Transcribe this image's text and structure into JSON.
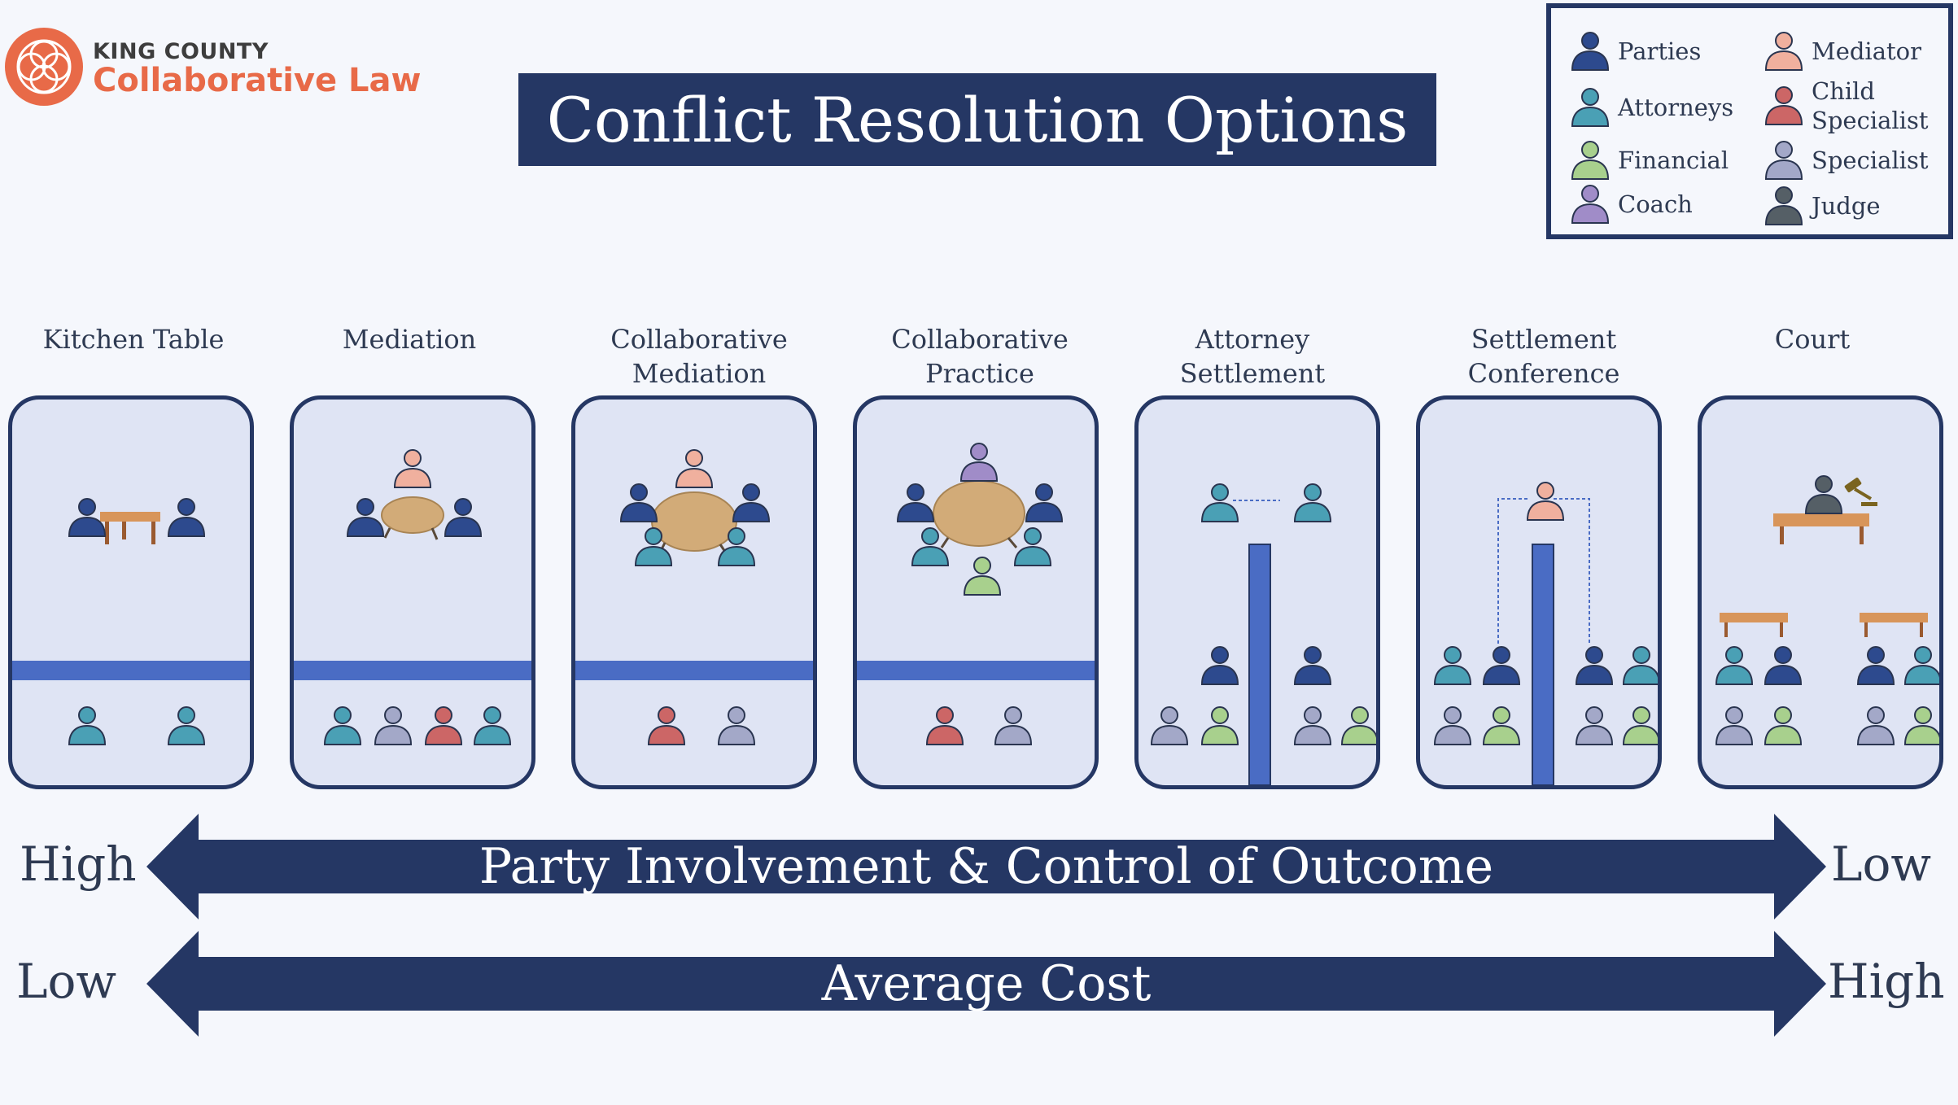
{
  "logo": {
    "top": "KING COUNTY",
    "bottom": "Collaborative Law",
    "color": "#e86a48"
  },
  "title": "Conflict Resolution Options",
  "colors": {
    "navy": "#253764",
    "parties": "#2d4a8e",
    "attorneys": "#4aa0b5",
    "financial": "#a8d08d",
    "coach": "#a08cc8",
    "mediator": "#f0b09e",
    "child_specialist": "#cc6666",
    "specialist": "#a3a8c8",
    "judge": "#555f66",
    "wall": "#4a6cc4"
  },
  "legend": {
    "left": [
      {
        "role": "parties",
        "label": "Parties"
      },
      {
        "role": "attorneys",
        "label": "Attorneys"
      },
      {
        "role": "financial",
        "label": "Financial"
      },
      {
        "role": "coach",
        "label": "Coach"
      }
    ],
    "right": [
      {
        "role": "mediator",
        "label": "Mediator"
      },
      {
        "role": "child_specialist",
        "label_line1": "Child",
        "label_line2": "Specialist"
      },
      {
        "role": "specialist",
        "label": "Specialist"
      },
      {
        "role": "judge",
        "label": "Judge"
      }
    ]
  },
  "columns": [
    {
      "line1": "Kitchen Table",
      "line2": ""
    },
    {
      "line1": "Mediation",
      "line2": ""
    },
    {
      "line1": "Collaborative",
      "line2": "Mediation"
    },
    {
      "line1": "Collaborative",
      "line2": "Practice"
    },
    {
      "line1": "Attorney",
      "line2": "Settlement"
    },
    {
      "line1": "Settlement",
      "line2": "Conference"
    },
    {
      "line1": "Court",
      "line2": ""
    }
  ],
  "arrows": [
    {
      "text": "Party Involvement & Control of Outcome",
      "left": "High",
      "right": "Low"
    },
    {
      "text": "Average Cost",
      "left": "Low",
      "right": "High"
    }
  ]
}
